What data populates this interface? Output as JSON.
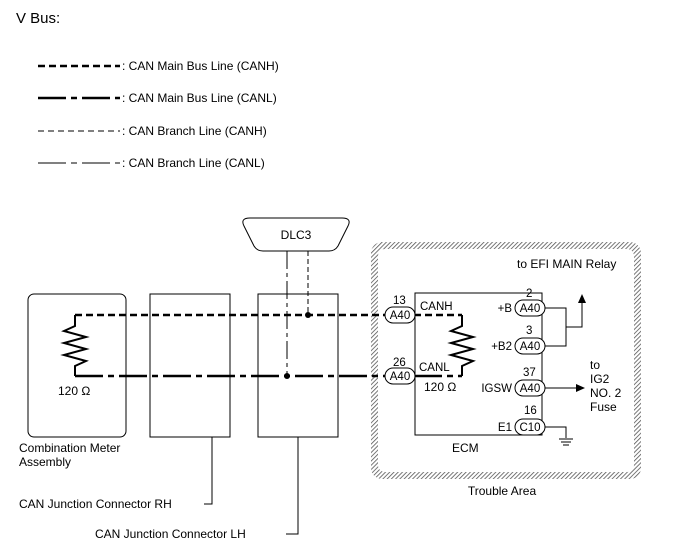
{
  "title": "V Bus:",
  "legend": [
    {
      "label": ": CAN Main Bus Line (CANH)"
    },
    {
      "label": ": CAN Main Bus Line (CANL)"
    },
    {
      "label": ": CAN Branch Line (CANH)"
    },
    {
      "label": ": CAN Branch Line (CANL)"
    }
  ],
  "dlc": "DLC3",
  "components": {
    "combination_meter": {
      "line1": "Combination Meter",
      "line2": "Assembly",
      "resistor": "120 Ω"
    },
    "junction_rh": "CAN Junction Connector RH",
    "junction_lh": "CAN Junction Connector LH",
    "ecm": {
      "name": "ECM",
      "resistor": "120 Ω"
    }
  },
  "trouble_area": "Trouble Area",
  "pins": {
    "canh": {
      "number": "13",
      "connector": "A40",
      "name": "CANH"
    },
    "canl": {
      "number": "26",
      "connector": "A40",
      "name": "CANL"
    },
    "plus_b": {
      "number": "2",
      "connector": "A40",
      "name": "+B"
    },
    "plus_b2": {
      "number": "3",
      "connector": "A40",
      "name": "+B2"
    },
    "igsw": {
      "number": "37",
      "connector": "A40",
      "name": "IGSW"
    },
    "e1": {
      "number": "16",
      "connector": "C10",
      "name": "E1"
    }
  },
  "efi_relay": "to EFI MAIN Relay",
  "ig2_fuse": [
    "to",
    "IG2",
    "NO. 2",
    "Fuse"
  ]
}
